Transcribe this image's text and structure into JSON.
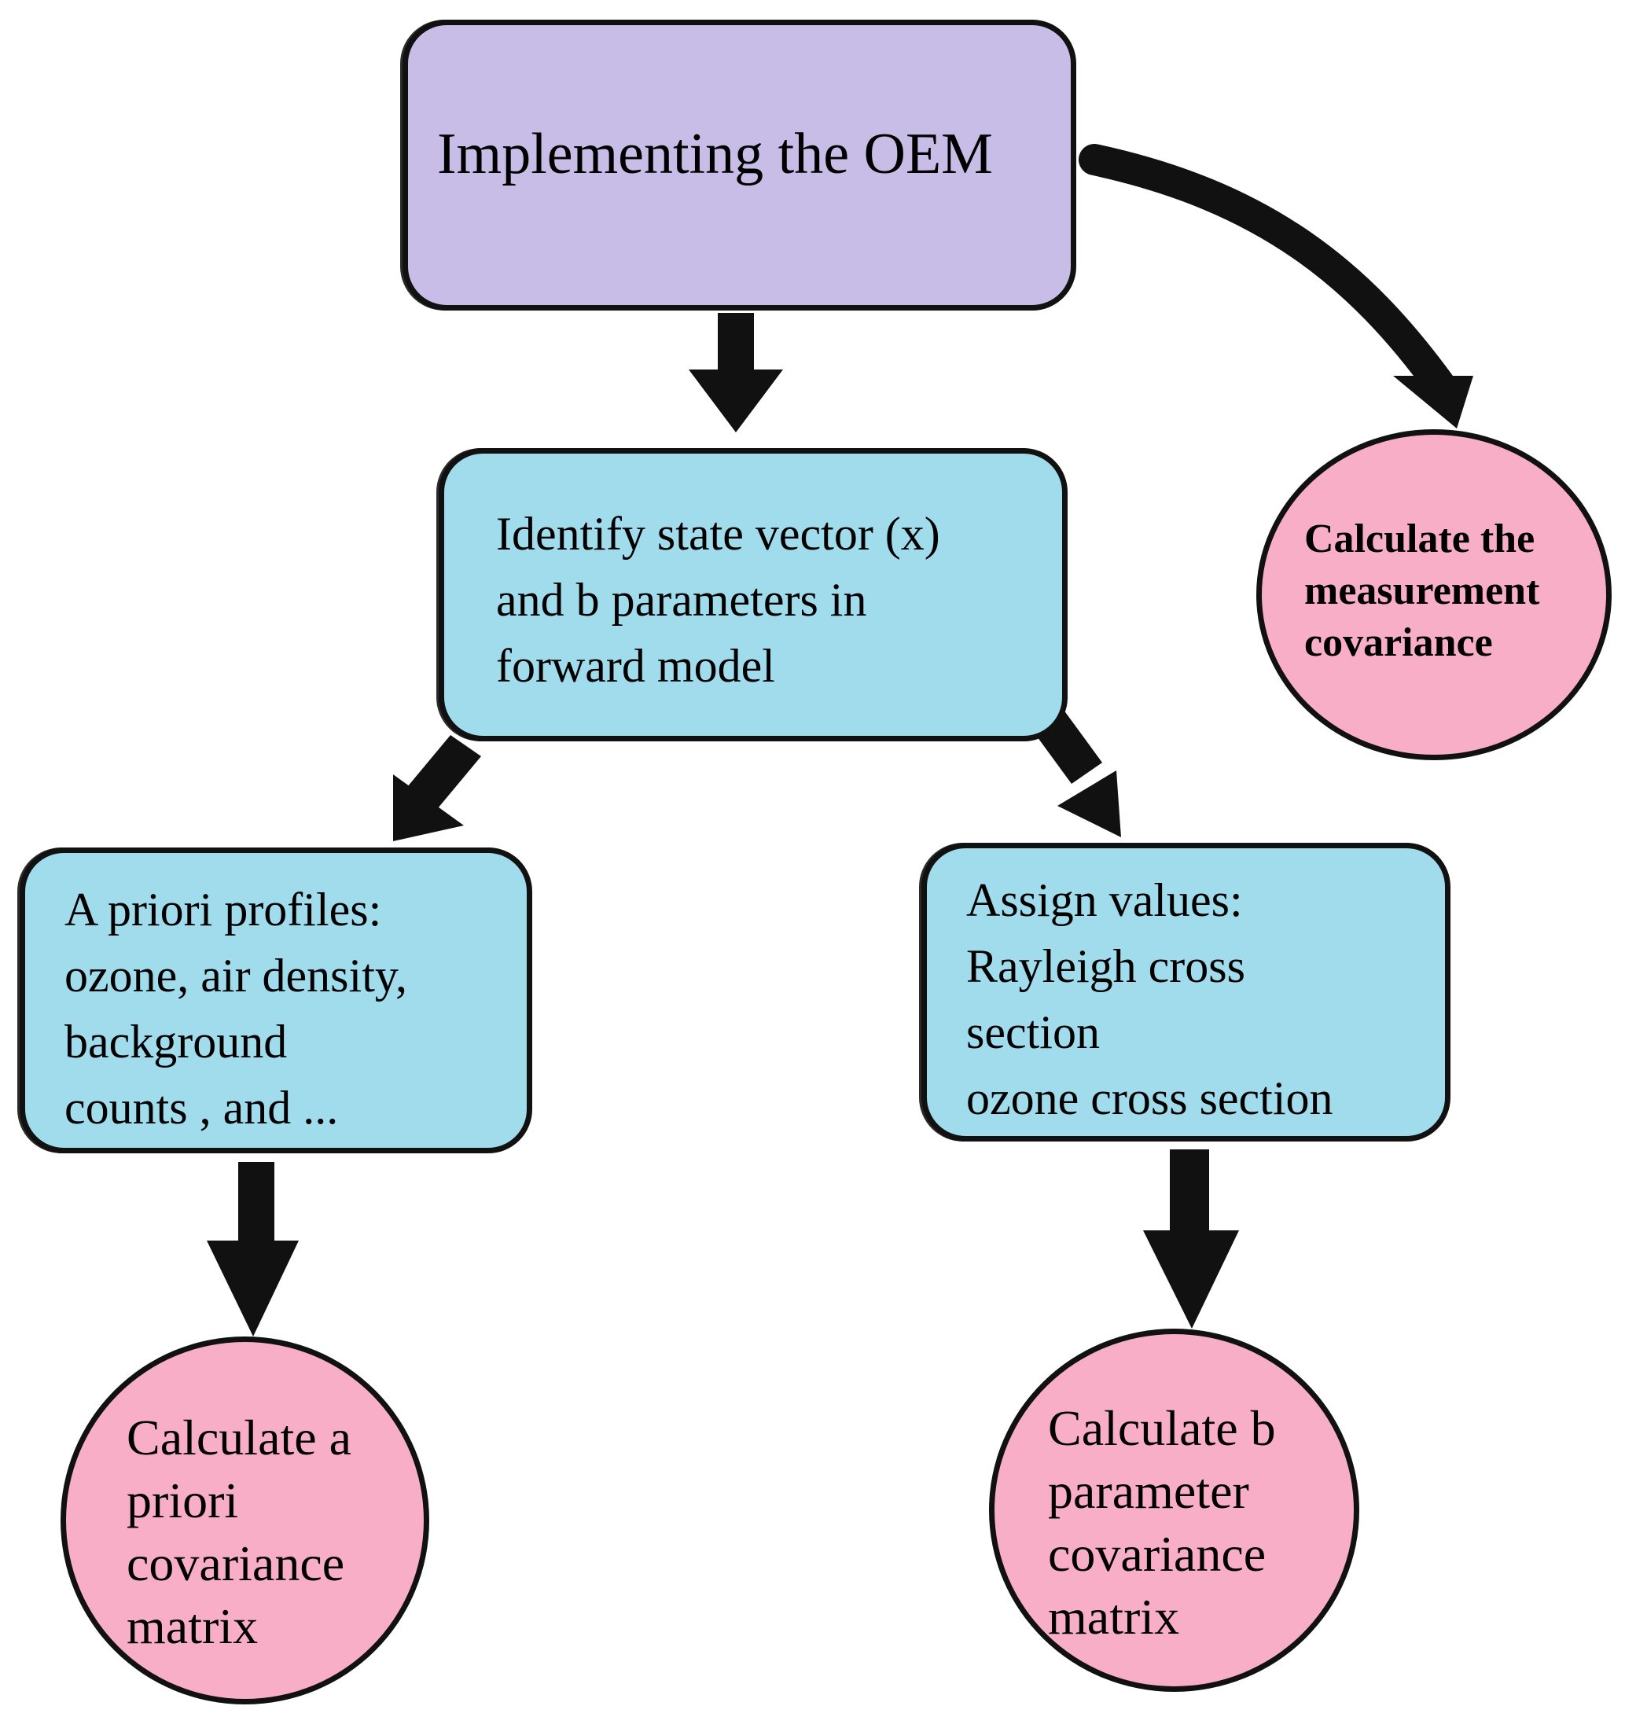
{
  "colors": {
    "top_box_fill": "#c7bde6",
    "process_box_fill": "#a0dcec",
    "circle_fill": "#f9aec7",
    "stroke": "#111111"
  },
  "nodes": {
    "implementing_oem": "Implementing the OEM",
    "identify_state_vector": "Identify state vector (x)\nand b parameters in\nforward model",
    "a_priori_profiles": "A priori profiles:\nozone, air density,\nbackground\ncounts , and ...",
    "assign_values": "Assign values:\nRayleigh cross\nsection\nozone cross section",
    "calc_measurement_cov": "Calculate the\nmeasurement\ncovariance",
    "calc_a_priori_cov": "Calculate a\npriori\ncovariance\nmatrix",
    "calc_b_param_cov": "Calculate b\nparameter\ncovariance\nmatrix"
  },
  "edges": [
    {
      "from": "implementing_oem",
      "to": "identify_state_vector"
    },
    {
      "from": "implementing_oem",
      "to": "calc_measurement_cov"
    },
    {
      "from": "identify_state_vector",
      "to": "a_priori_profiles"
    },
    {
      "from": "identify_state_vector",
      "to": "assign_values"
    },
    {
      "from": "a_priori_profiles",
      "to": "calc_a_priori_cov"
    },
    {
      "from": "assign_values",
      "to": "calc_b_param_cov"
    }
  ]
}
